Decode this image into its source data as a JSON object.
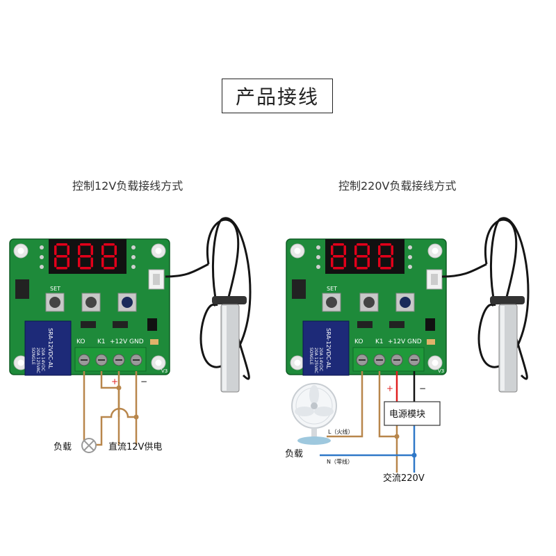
{
  "title": "产品接线",
  "left": {
    "subtitle": "控制12V负载接线方式",
    "board": {
      "set_label": "SET",
      "terminals": [
        "KO",
        "K1",
        "+12V",
        "GND"
      ],
      "relay_text": [
        "SRA-12VDC-AL",
        "20A 14VDC",
        "20A 125VAC"
      ],
      "brand": "SONGLE",
      "ver": "V3"
    },
    "plus_sign": "+",
    "minus_sign": "−",
    "load_label": "负载",
    "supply_label": "直流12V供电"
  },
  "right": {
    "subtitle": "控制220V负载接线方式",
    "board": {
      "set_label": "SET",
      "terminals": [
        "KO",
        "K1",
        "+12V",
        "GND"
      ],
      "relay_text": [
        "SRA-12VDC-AL",
        "20A 14VDC",
        "20A 125VAC"
      ],
      "brand": "SONGLE",
      "ver": "V3"
    },
    "plus_sign": "+",
    "minus_sign": "−",
    "power_module_label": "电源模块",
    "load_label": "负载",
    "live_label": "L（火线）",
    "neutral_label": "N（零线）",
    "supply_label": "交流220V"
  },
  "colors": {
    "pcb": "#1e8a3a",
    "wire_brown": "#b8864b",
    "wire_blue": "#2f78c8",
    "wire_red": "#e02020",
    "display": "#e2001a"
  }
}
